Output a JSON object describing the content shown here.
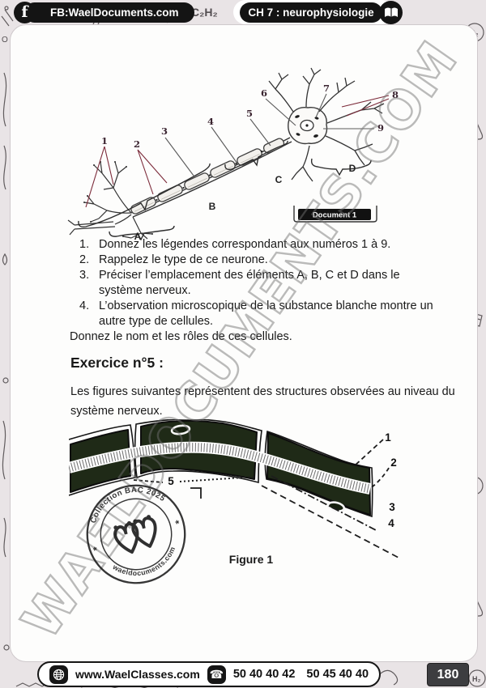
{
  "header": {
    "facebook_label": "FB:WaelDocuments.com",
    "chapter_label": "CH 7 : neurophysiologie"
  },
  "icons": {
    "facebook": "f",
    "phone": "☎",
    "star": "*"
  },
  "document1": {
    "badge": "Document 1",
    "numbers": [
      "1",
      "2",
      "3",
      "4",
      "5",
      "6",
      "7",
      "8",
      "9"
    ],
    "letters": [
      "A",
      "B",
      "C",
      "D"
    ]
  },
  "questions": {
    "items": [
      {
        "num": "1.",
        "text": "Donnez les légendes correspondant aux numéros 1 à 9."
      },
      {
        "num": "2.",
        "text": "Rappelez le type de ce neurone."
      },
      {
        "num": "3.",
        "text": "Préciser l’emplacement des éléments A, B, C et D dans le système nerveux."
      },
      {
        "num": "4.",
        "text": "L’observation microscopique de la substance blanche montre un autre type de cellules."
      }
    ],
    "followup": "Donnez le nom et les rôles de ces cellules."
  },
  "exercise": {
    "title": "Exercice n°5 :",
    "intro": "Les figures suivantes représentent des structures observées au niveau du système nerveux."
  },
  "figure1": {
    "caption": "Figure 1",
    "labels": [
      "1",
      "2",
      "3",
      "4",
      "5"
    ]
  },
  "watermark": {
    "text": "WAELDOCUMENTS.COM"
  },
  "stamp": {
    "top_text": "Collection BAC 2025",
    "bottom_text": "waeldocuments.com"
  },
  "footer": {
    "website": "www.WaelClasses.com",
    "phone1": "50 40 40 42",
    "phone2": "50 45 40 40",
    "page_number": "180"
  },
  "background": {
    "formula_top": "C₂H₂",
    "formula_h2": "H₂",
    "formula_o": "O"
  },
  "colors": {
    "header_bg": "#141414",
    "myelin_dark": "#1f2a17",
    "accent_maroon": "#7c2b3a",
    "page_bg": "#fdfdfc"
  }
}
